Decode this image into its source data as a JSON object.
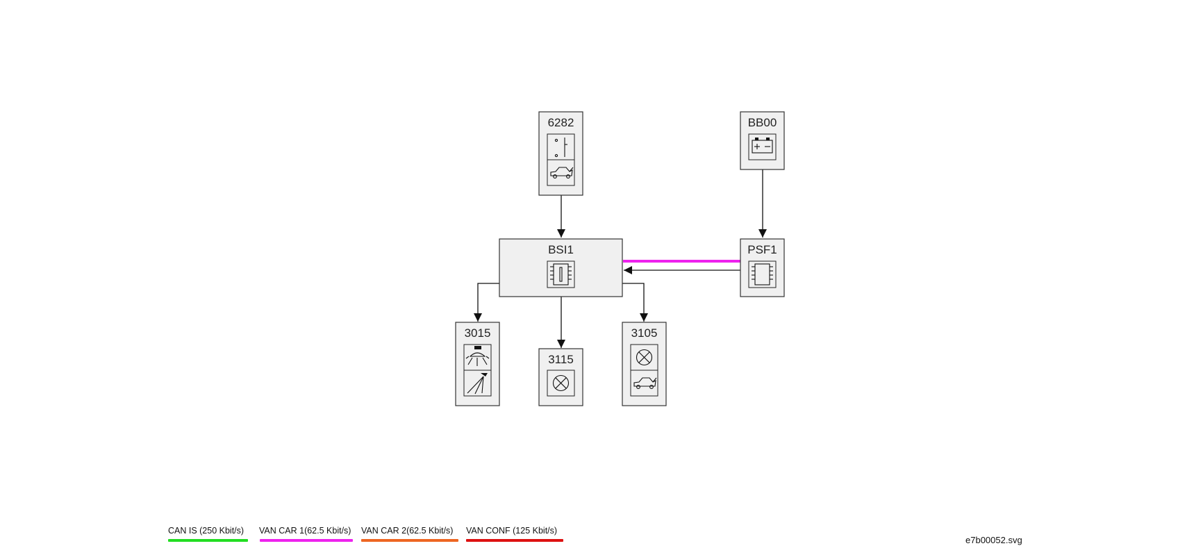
{
  "modules": {
    "m6282": "6282",
    "bb00": "BB00",
    "bsi1": "BSI1",
    "psf1": "PSF1",
    "m3015": "3015",
    "m3115": "3115",
    "m3105": "3105"
  },
  "links": [
    {
      "from": "6282",
      "to": "BSI1",
      "kind": "wire"
    },
    {
      "from": "BB00",
      "to": "PSF1",
      "kind": "wire"
    },
    {
      "from": "PSF1",
      "to": "BSI1",
      "kind": "wire"
    },
    {
      "from": "PSF1",
      "to": "BSI1",
      "kind": "VAN CAR 1"
    },
    {
      "from": "BSI1",
      "to": "3015",
      "kind": "wire"
    },
    {
      "from": "BSI1",
      "to": "3115",
      "kind": "wire"
    },
    {
      "from": "BSI1",
      "to": "3105",
      "kind": "wire"
    }
  ],
  "legend": [
    {
      "label": "CAN IS (250 Kbit/s)",
      "color": "#22dd22"
    },
    {
      "label": "VAN CAR 1(62.5 Kbit/s)",
      "color": "#ee22ee"
    },
    {
      "label": "VAN CAR 2(62.5 Kbit/s)",
      "color": "#ee6622"
    },
    {
      "label": "VAN CONF (125 Kbit/s)",
      "color": "#dd1111"
    }
  ],
  "file_name": "e7b00052.svg",
  "icons": {
    "m6282": [
      "door-switch-icon",
      "car-trunk-icon"
    ],
    "bb00": [
      "battery-icon"
    ],
    "bsi1": [
      "ecu-chip-icon"
    ],
    "psf1": [
      "ecu-chip-icon"
    ],
    "m3015": [
      "ceiling-lamp-icon",
      "reading-lamp-icon"
    ],
    "m3115": [
      "lamp-icon"
    ],
    "m3105": [
      "lamp-icon",
      "car-trunk-icon"
    ]
  }
}
